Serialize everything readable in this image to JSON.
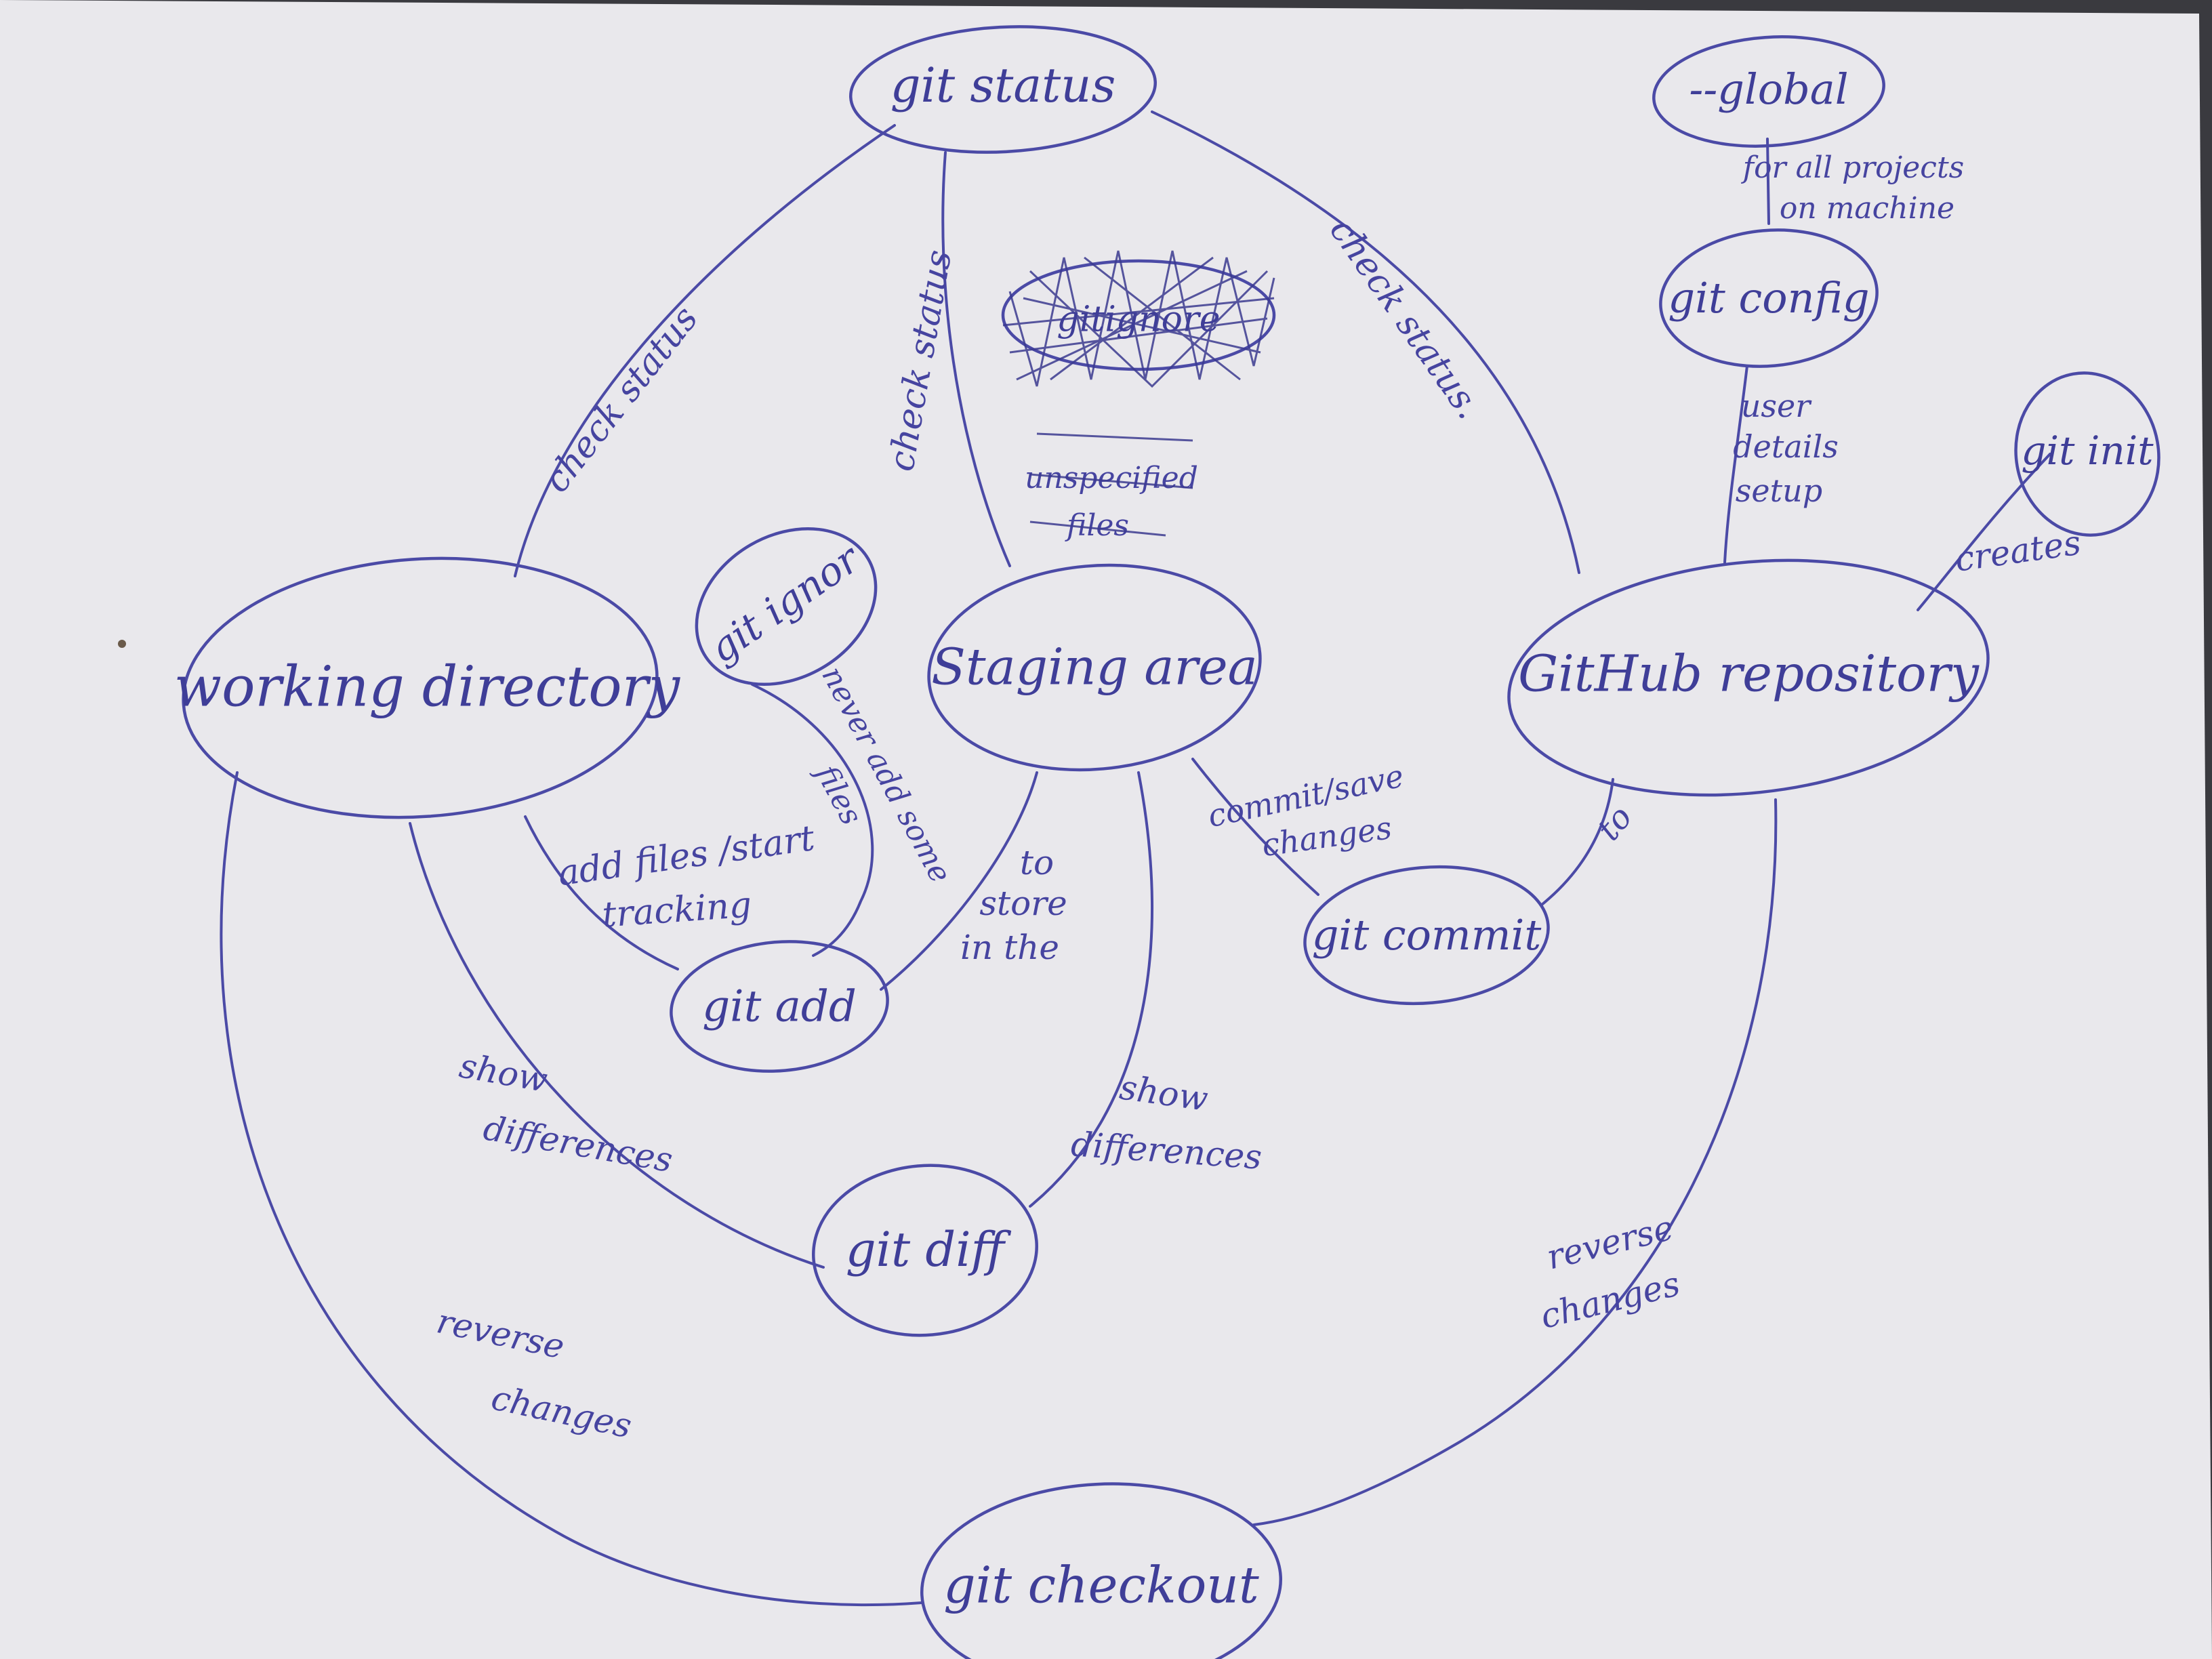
{
  "colors": {
    "paper": "#e9e8ec",
    "ink": "#4b4aa6",
    "background": "#3a3a3f"
  },
  "nodes": {
    "git_status": "git status",
    "global": "--global",
    "git_config": "git config",
    "git_init": "git init",
    "working_directory": "working directory",
    "git_ignor": "git ignor",
    "staging_area": "Staging area",
    "github_repository": "GitHub repository",
    "git_add": "git add",
    "git_commit": "git commit",
    "git_diff": "git diff",
    "git_checkout": "git checkout",
    "crossed_out": "gitignore"
  },
  "edge_labels": {
    "check_status_left": "check status",
    "check_status_middle": "check status",
    "check_status_right": "check status.",
    "for_all_projects": [
      "for all projects",
      "on machine"
    ],
    "user_details_setup": [
      "user",
      "details",
      "setup"
    ],
    "creates": "creates",
    "never_add_some_files": [
      "never add some",
      "files"
    ],
    "add_files_start_tracking": [
      "add files /start",
      "tracking"
    ],
    "to_store_in_the": [
      "to",
      "store",
      "in the"
    ],
    "commit_save_changes": [
      "commit/save",
      "changes"
    ],
    "to": "to",
    "show_differences_left": [
      "show",
      "differences"
    ],
    "show_differences_right": [
      "show",
      "differences"
    ],
    "reverse_changes_left": [
      "reverse",
      "changes"
    ],
    "reverse_changes_right": [
      "reverse",
      "changes"
    ],
    "crossed_note": [
      "unspecified",
      "files"
    ]
  }
}
